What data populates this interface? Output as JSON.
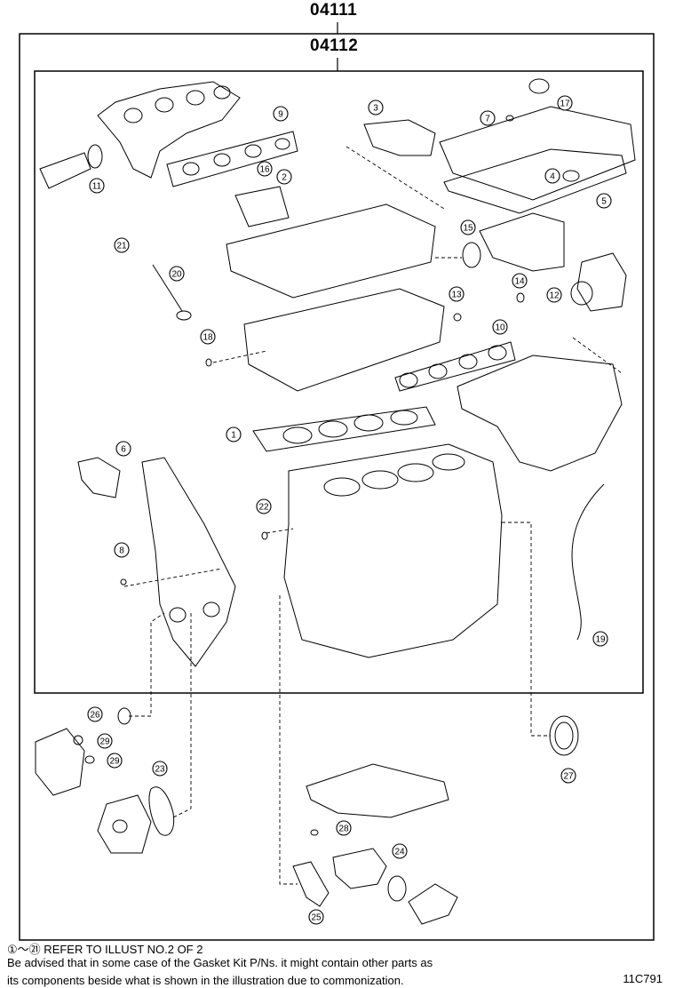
{
  "header": {
    "outer_code": "04111",
    "inner_code": "04112"
  },
  "callouts": [
    "1",
    "2",
    "3",
    "4",
    "5",
    "6",
    "7",
    "8",
    "9",
    "10",
    "11",
    "12",
    "13",
    "14",
    "15",
    "16",
    "17",
    "18",
    "19",
    "20",
    "21",
    "22",
    "23",
    "24",
    "25",
    "26",
    "27",
    "28",
    "29",
    "29"
  ],
  "notes": {
    "range_start": "①",
    "range_sep": "～",
    "range_end": "㉑",
    "range_text": " REFER TO ILLUST NO.2 OF 2",
    "line1": "Be advised that in some case of the Gasket Kit P/Ns.  it might contain other parts as",
    "line2": "its components beside what is shown in the illustration due to commonization."
  },
  "illustration_code": "11C791"
}
